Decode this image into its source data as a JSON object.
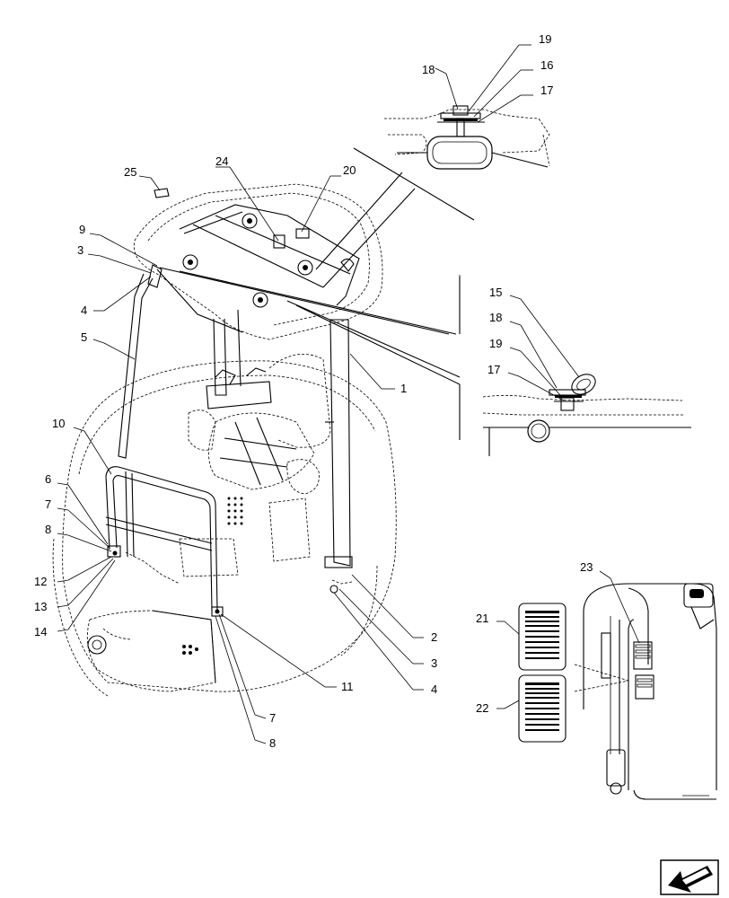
{
  "diagram": {
    "callouts": {
      "c1": "1",
      "c2": "2",
      "c3a": "3",
      "c3b": "3",
      "c4a": "4",
      "c4b": "4",
      "c5": "5",
      "c6": "6",
      "c7a": "7",
      "c7b": "7",
      "c8a": "8",
      "c8b": "8",
      "c9": "9",
      "c10": "10",
      "c11": "11",
      "c12": "12",
      "c13": "13",
      "c14": "14",
      "c15": "15",
      "c16": "16",
      "c17a": "17",
      "c17b": "17",
      "c18a": "18",
      "c18b": "18",
      "c19a": "19",
      "c19b": "19",
      "c20": "20",
      "c21": "21",
      "c22": "22",
      "c23": "23",
      "c24": "24",
      "c25": "25"
    },
    "icons": {
      "nav": "arrow-left-icon"
    }
  }
}
